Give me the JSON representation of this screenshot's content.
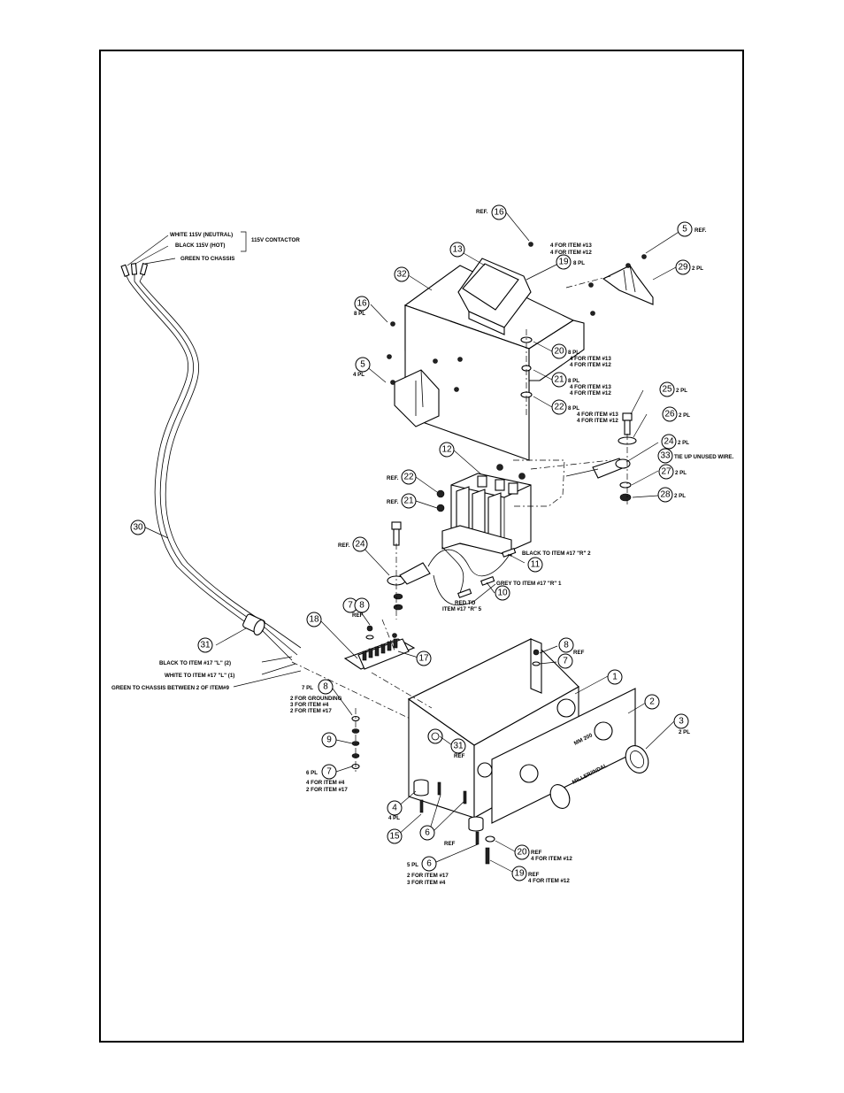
{
  "balloons": {
    "b1": "1",
    "b2": "2",
    "b3": "3",
    "b4": "4",
    "b5a": "5",
    "b5b": "5",
    "b6a": "6",
    "b6b": "6",
    "b7a": "7",
    "b7b": "7",
    "b7c": "7",
    "b8a": "8",
    "b8b": "8",
    "b8c": "8",
    "b9": "9",
    "b10": "10",
    "b11": "11",
    "b12": "12",
    "b13": "13",
    "b15": "15",
    "b16a": "16",
    "b16b": "16",
    "b17": "17",
    "b18": "18",
    "b19a": "19",
    "b19b": "19",
    "b20a": "20",
    "b20b": "20",
    "b21a": "21",
    "b21b": "21",
    "b22a": "22",
    "b22b": "22",
    "b24a": "24",
    "b24b": "24",
    "b25": "25",
    "b26": "26",
    "b27": "27",
    "b28": "28",
    "b29": "29",
    "b30": "30",
    "b31a": "31",
    "b31b": "31",
    "b32": "32",
    "b33": "33"
  },
  "labels": {
    "ref16_top": "REF.",
    "ref5_top": "REF.",
    "pl29": "2 PL",
    "pl19": "8 PL",
    "item13_12_top_a": "4 FOR ITEM #13",
    "item13_12_top_b": "4 FOR ITEM #12",
    "pl16": "8 PL",
    "pl5": "4 PL",
    "pl20": "8 PL",
    "pl20_a": "4 FOR ITEM #13",
    "pl20_b": "4 FOR ITEM #12",
    "pl21": "8 PL",
    "pl21_a": "4 FOR ITEM #13",
    "pl21_b": "4 FOR ITEM #12",
    "pl22": "8 PL",
    "pl22_a": "4 FOR ITEM #13",
    "pl22_b": "4 FOR ITEM #12",
    "pl25": "2 PL",
    "pl26": "2 PL",
    "pl24": "2 PL",
    "tie33": "TIE UP UNUSED WIRE.",
    "pl27": "2 PL",
    "pl28": "2 PL",
    "ref22": "REF.",
    "ref21": "REF.",
    "ref24": "REF.",
    "black_to_r2": "BLACK TO ITEM #17 \"R\" 2",
    "grey_to_r1": "GREY TO ITEM #17 \"R\" 1",
    "red_to_a": "RED TO",
    "red_to_b": "ITEM #17 \"R\" 5",
    "white_neutral": "WHITE 115V (NEUTRAL)",
    "black_hot": "BLACK 115V (HOT)",
    "contactor": "115V CONTACTOR",
    "green_chassis": "GREEN TO CHASSIS",
    "black_l2": "BLACK TO ITEM #17 \"L\" (2)",
    "white_l1": "WHITE TO ITEM #17 \"L\" (1)",
    "green_between": "GREEN TO CHASSIS BETWEEN 2 OF ITEM#9",
    "ref7_8": "REF",
    "ref8_right": "REF",
    "pl3": "2 PL",
    "pl8": "7 PL",
    "pl8_a": "2 FOR GROUNDING",
    "pl8_b": "3 FOR ITEM #4",
    "pl8_c": "2 FOR ITEM #17",
    "pl7": "6 PL",
    "pl7_a": "4 FOR ITEM #4",
    "pl7_b": "2 FOR ITEM #17",
    "ref31": "REF",
    "pl4": "4 PL",
    "ref6": "REF",
    "pl6": "5 PL",
    "pl6_a": "2 FOR ITEM #17",
    "pl6_b": "3 FOR ITEM #4",
    "ref20": "REF",
    "ref20_a": "4 FOR ITEM #12",
    "ref19": "REF",
    "ref19_a": "4 FOR ITEM #12",
    "panel_model": "MM 200",
    "panel_brand": "MILLER/INDAL"
  }
}
